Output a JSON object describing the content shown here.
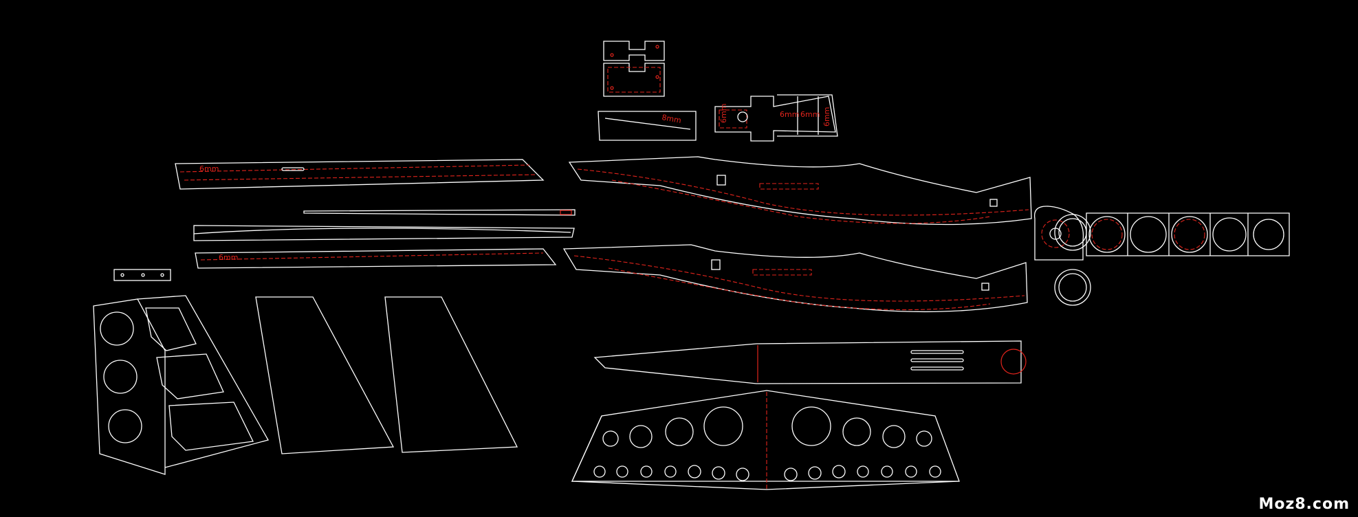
{
  "labels": {
    "thickness_8mm": "8mm",
    "thickness_6mm": "6mm"
  },
  "watermark": "Moz8.com",
  "colors": {
    "background": "#000000",
    "outline": "#ffffff",
    "construction": "#e3241c"
  }
}
